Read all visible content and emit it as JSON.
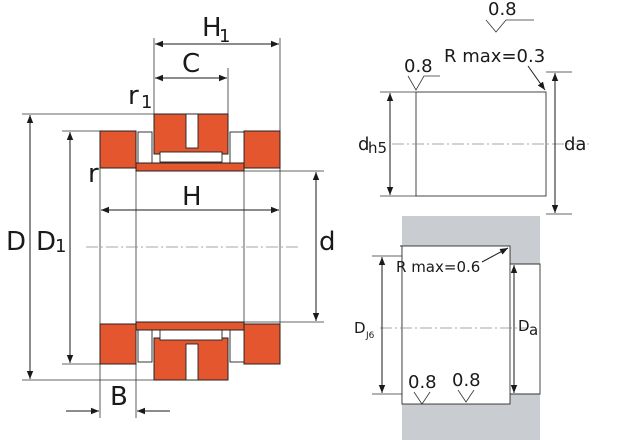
{
  "labels": {
    "H1_main": "H",
    "H1_sub": "1",
    "C": "C",
    "r1_main": "r",
    "r1_sub": "1",
    "r": "r",
    "H": "H",
    "D": "D",
    "D1_main": "D",
    "D1_sub": "1",
    "d": "d",
    "B": "B",
    "dh5_main": "d",
    "dh5_sub": "h5",
    "da": "da",
    "DJ6_main": "D",
    "DJ6_sub": "J6",
    "Da_main": "D",
    "Da_sub": "a",
    "rough_shaft_top": "0.8",
    "rough_shaft_left": "0.8",
    "rmax_shaft": "R max=0.3",
    "rmax_housing": "R max=0.6",
    "rough_housing_left": "0.8",
    "rough_housing_right": "0.8"
  },
  "colors": {
    "bearing_body": "#e4572e",
    "housing": "#c9cdd1"
  }
}
